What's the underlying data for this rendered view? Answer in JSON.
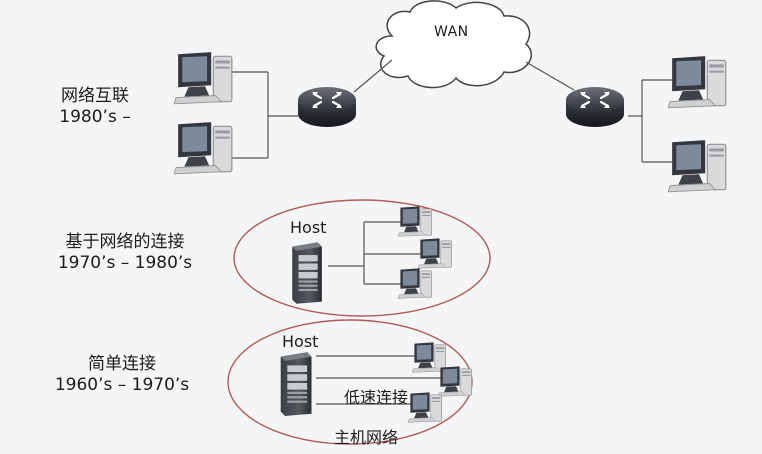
{
  "wan_label": "WAN",
  "eras": [
    {
      "name": "网络互联",
      "years": "1980’s –"
    },
    {
      "name": "基于网络的连接",
      "years": "1970’s – 1980’s"
    },
    {
      "name": "简单连接",
      "years": "1960’s – 1970’s"
    }
  ],
  "host_label": "Host",
  "low_speed_label": "低速连接",
  "host_network_label": "主机网络",
  "colors": {
    "ellipse": "#b25a57",
    "line": "#555555",
    "router": "#2e3138",
    "background": "#f4f5f7"
  }
}
